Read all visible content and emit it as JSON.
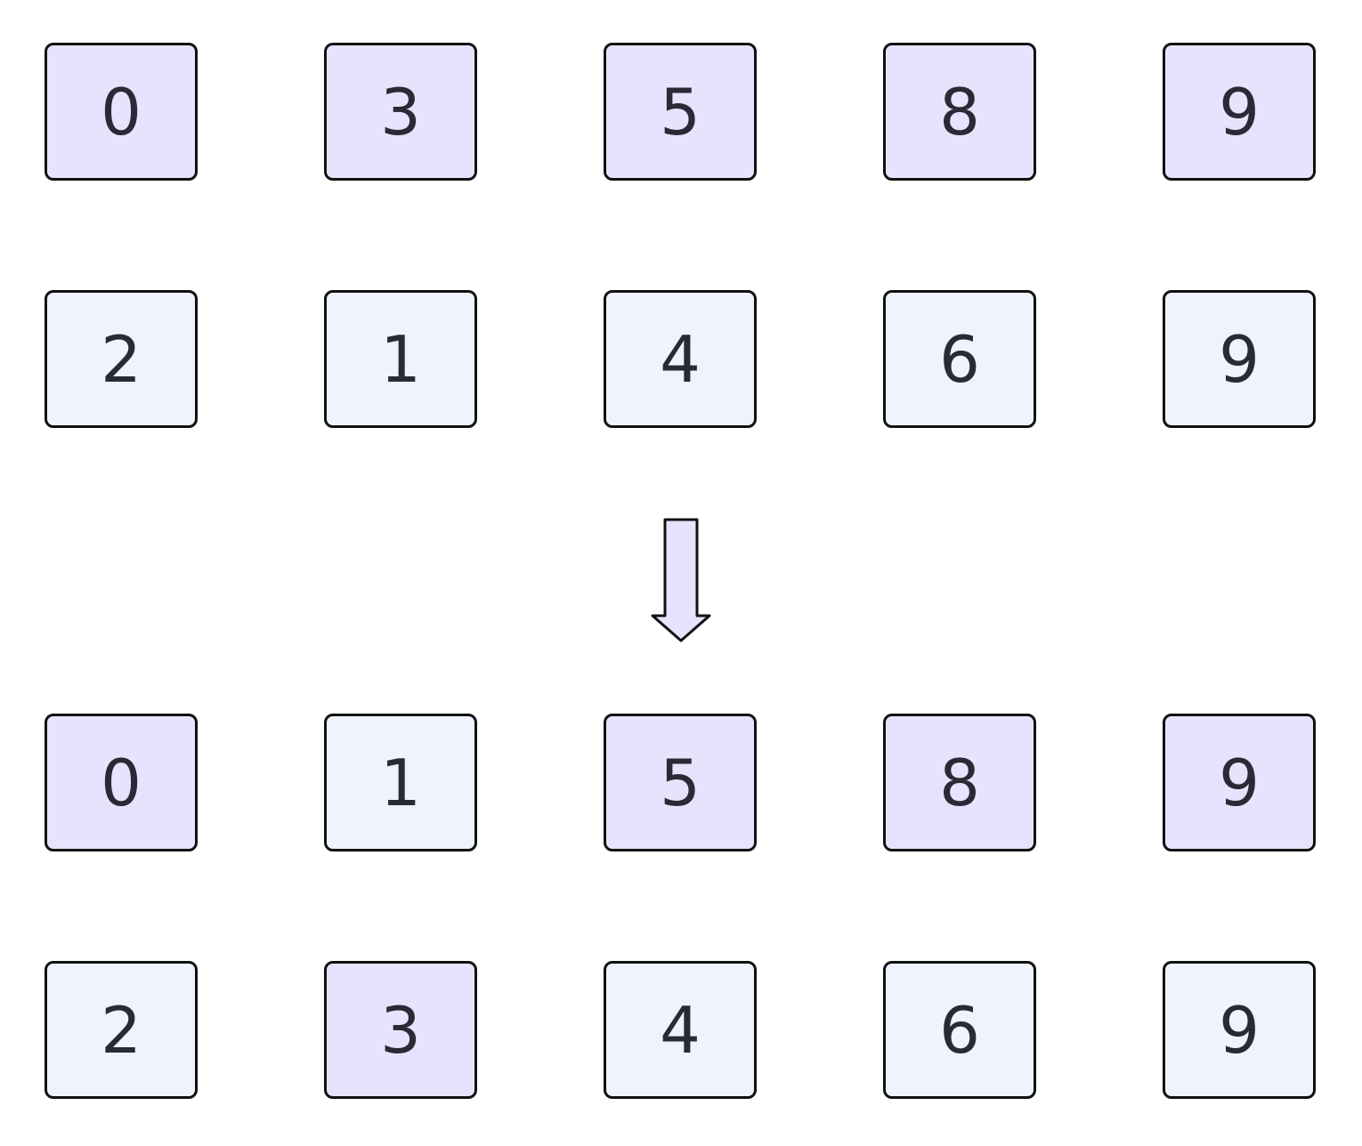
{
  "colors": {
    "highlight": "#e9e2fd",
    "base": "#eef3fd",
    "stroke": "#111111",
    "text": "#2a2a36"
  },
  "before": {
    "row_a": [
      {
        "value": "0",
        "color": "purple"
      },
      {
        "value": "3",
        "color": "purple"
      },
      {
        "value": "5",
        "color": "purple"
      },
      {
        "value": "8",
        "color": "purple"
      },
      {
        "value": "9",
        "color": "purple"
      }
    ],
    "row_b": [
      {
        "value": "2",
        "color": "blue"
      },
      {
        "value": "1",
        "color": "blue"
      },
      {
        "value": "4",
        "color": "blue"
      },
      {
        "value": "6",
        "color": "blue"
      },
      {
        "value": "9",
        "color": "blue"
      }
    ]
  },
  "after": {
    "row_a": [
      {
        "value": "0",
        "color": "purple"
      },
      {
        "value": "1",
        "color": "blue"
      },
      {
        "value": "5",
        "color": "purple"
      },
      {
        "value": "8",
        "color": "purple"
      },
      {
        "value": "9",
        "color": "purple"
      }
    ],
    "row_b": [
      {
        "value": "2",
        "color": "blue"
      },
      {
        "value": "3",
        "color": "purple"
      },
      {
        "value": "4",
        "color": "blue"
      },
      {
        "value": "6",
        "color": "blue"
      },
      {
        "value": "9",
        "color": "blue"
      }
    ]
  },
  "arrow": {
    "icon": "down-arrow-icon"
  }
}
